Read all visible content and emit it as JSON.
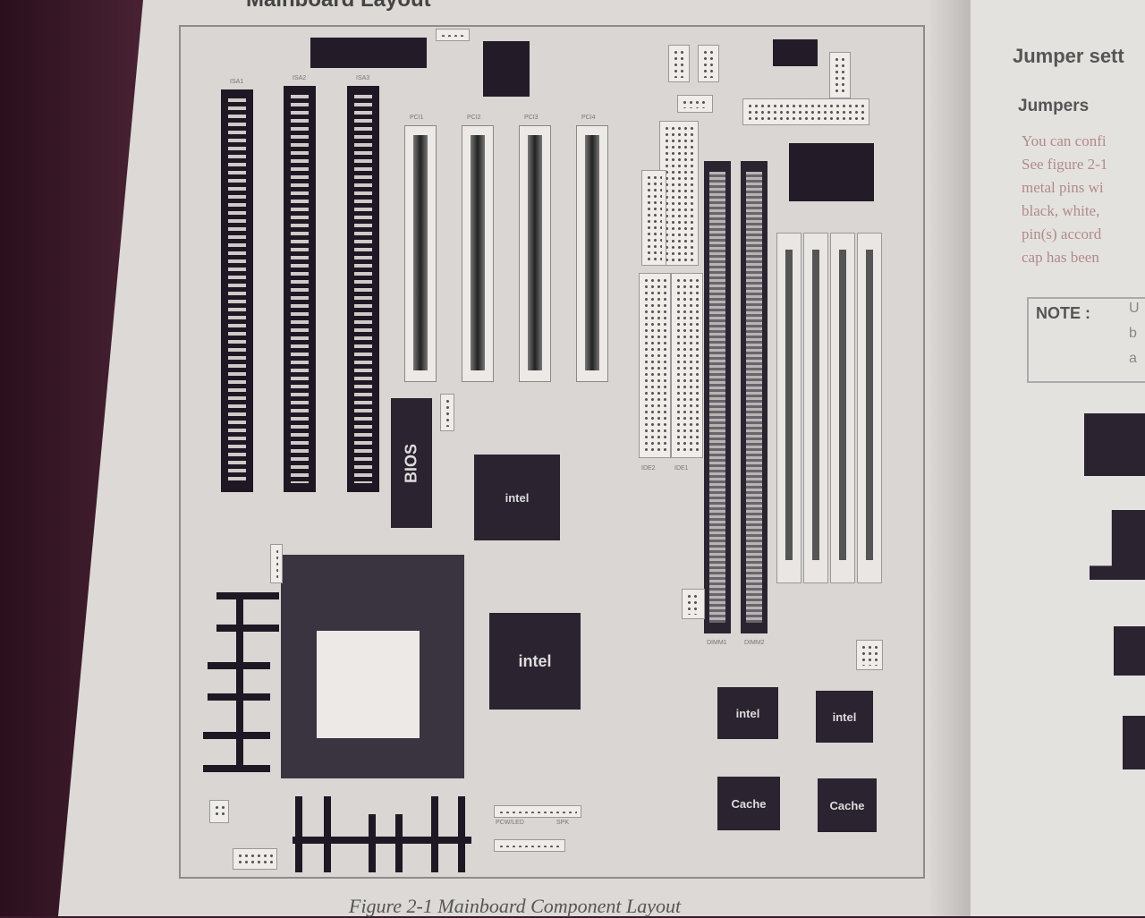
{
  "document": {
    "heading": "Mainboard Layout",
    "caption": "Figure 2-1 Mainboard Component Layout"
  },
  "diagram": {
    "isa_labels": [
      "ISA1",
      "ISA2",
      "ISA3"
    ],
    "pci_labels": [
      "PCI1",
      "PCI2",
      "PCI3",
      "PCI4"
    ],
    "dimm_labels": [
      "DIMM1",
      "DIMM2"
    ],
    "ide_labels": [
      "IDE2",
      "IDE1"
    ],
    "bios": "BIOS",
    "chip_top": "intel",
    "cache_labels": [
      "Cache",
      "Cache"
    ],
    "pwr_led": "PCW/LED",
    "spk": "SPK"
  },
  "right_page": {
    "title": "Jumper sett",
    "subtitle": "Jumpers",
    "lines": [
      "You can confi",
      "See figure 2-1",
      "metal pins wi",
      "black, white,",
      "pin(s) accord",
      "cap has been"
    ],
    "note_label": "NOTE :",
    "note_lines": [
      "U",
      "b",
      "a"
    ]
  }
}
